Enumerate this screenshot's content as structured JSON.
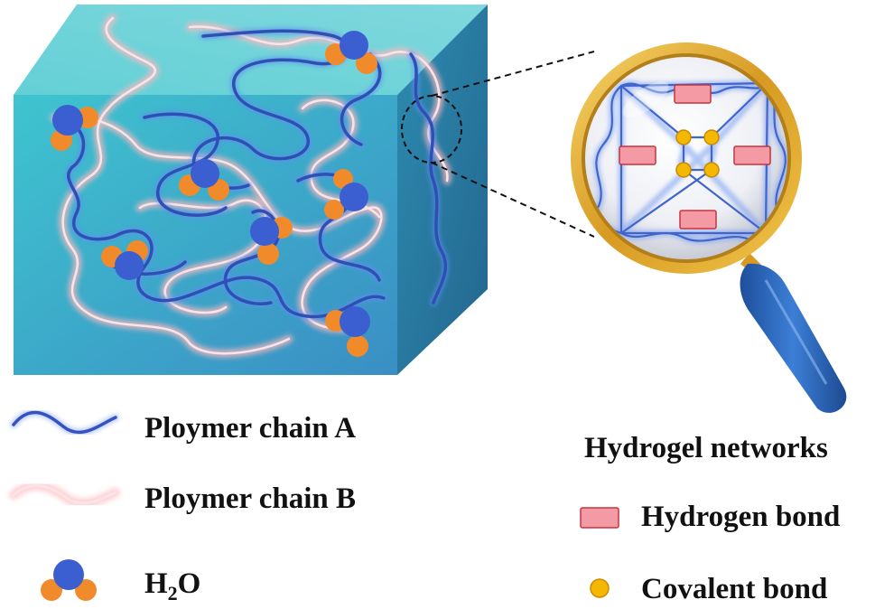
{
  "legend": {
    "chain_a": "Ploymer chain A",
    "chain_b": "Ploymer chain B",
    "water_h": "H",
    "water_sub": "2",
    "water_o": "O",
    "networks_title": "Hydrogel networks",
    "hydrogen_bond": "Hydrogen bond",
    "covalent_bond": "Covalent bond"
  },
  "colors": {
    "cube_front": "#3fb0c8",
    "cube_top": "#58c6cf",
    "cube_side": "#2f7fa8",
    "chain_a": "#3b5fc4",
    "chain_b": "#f2b3b8",
    "water_o": "#3b5fd0",
    "water_h": "#f08a2b",
    "hydrogen_bond": "#f39aa4",
    "covalent_bond": "#f5b800",
    "magnifier_rim": "#e8b53a",
    "magnifier_handle": "#2a63b8"
  },
  "icons": [
    "water-molecule-icon",
    "magnifier-icon",
    "hydrogen-bond-icon",
    "covalent-bond-icon"
  ]
}
